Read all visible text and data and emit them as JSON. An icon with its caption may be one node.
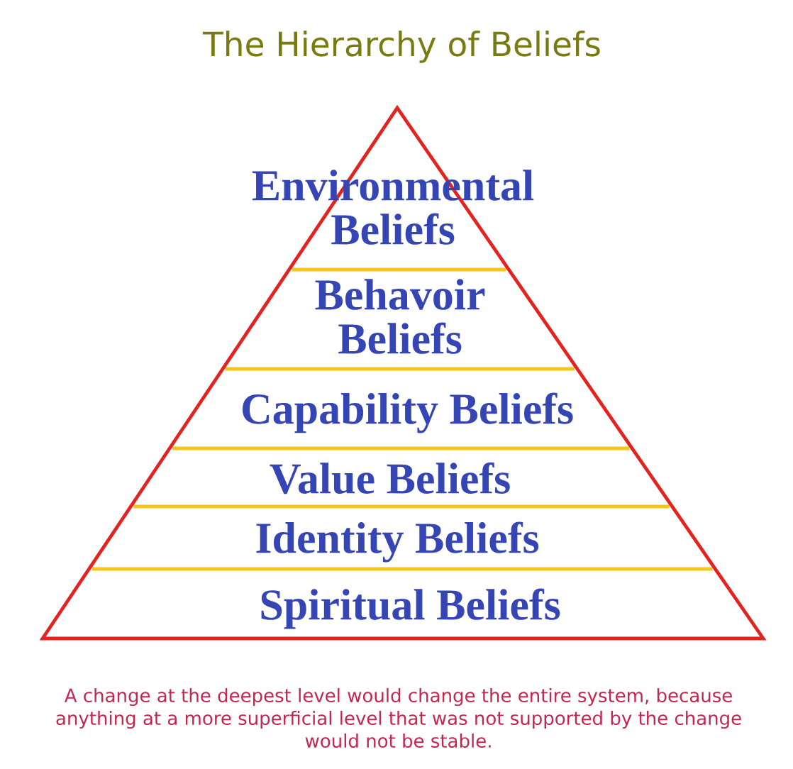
{
  "diagram": {
    "title": "The Hierarchy of Beliefs",
    "nodes": [
      {
        "text": [],
        "shape": "triangle"
      },
      {
        "text": [
          "Environmental Beliefs"
        ],
        "in": 0
      },
      {
        "text": [
          "Behavoir Beliefs"
        ],
        "in": 0
      },
      {
        "text": [
          "Capability Beliefs"
        ],
        "in": 0
      },
      {
        "text": [
          "Value Beliefs"
        ],
        "in": 0
      },
      {
        "text": [
          "Identity Beliefs"
        ],
        "in": 0
      },
      {
        "text": [
          "Spiritual Beliefs"
        ],
        "in": 0
      }
    ],
    "caption": "A change at the deepest level would change the entire system, because anything at a more superficial level that was not supported by the change would not be stable."
  }
}
